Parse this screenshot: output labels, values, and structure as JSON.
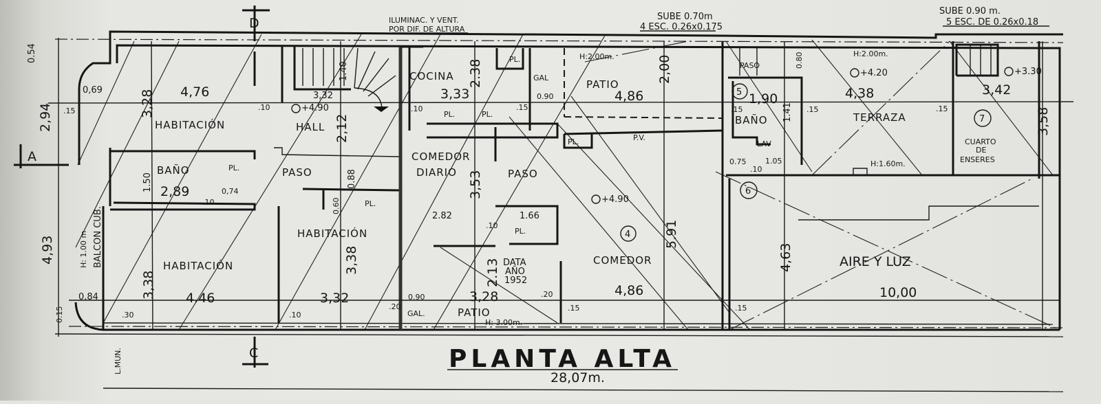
{
  "plan": {
    "title": "PLANTA ALTA",
    "total_length": "28,07m.",
    "section_marks": {
      "d": "D",
      "c": "C",
      "a": "A"
    },
    "notes": {
      "ilum_1": "ILUMINAC. Y VENT.",
      "ilum_2": "POR DIF. DE ALTURA",
      "sube1_1": "SUBE 0.70m",
      "sube1_2": "4 ESC. 0.26x0.175",
      "sube2_1": "SUBE 0.90 m.",
      "sube2_2": "5 ESC. DE 0.26x0.18",
      "data_1": "DATA",
      "data_2": "AÑO",
      "data_3": "1952",
      "l_mun": "L.MUN.",
      "balcon": "BALCON CUB.",
      "h100": "H: 1.00 m",
      "h200a": "H:2.00m.",
      "h200b": "H:2.00m.",
      "h160": "H:1.60m.",
      "h300": "H: 3.00m.",
      "pv": "P.V."
    },
    "rooms": {
      "hab1": "HABITACIÓN",
      "hall": "HALL",
      "cocina": "COCINA",
      "patio1": "PATIO",
      "paso_top": "PASO",
      "bano2": "BAÑO",
      "terraza": "TERRAZA",
      "cuarto_1": "CUARTO",
      "cuarto_2": "DE",
      "cuarto_3": "ENSERES",
      "lav": "LAV",
      "bano1": "BAÑO",
      "paso1": "PASO",
      "comedor_diario_1": "COMEDOR",
      "comedor_diario_2": "DIARIO",
      "paso2": "PASO",
      "hab2": "HABITACIÓN",
      "hab3": "HABITACIÓN",
      "comedor": "COMEDOR",
      "aire_luz": "AIRE Y LUZ",
      "gal1": "GAL",
      "gal2": "GAL.",
      "patio2": "PATIO",
      "pl": "PL."
    },
    "unit_numbers": [
      "4",
      "5",
      "6",
      "7"
    ],
    "levels": [
      "+4.90",
      "+4.20",
      "+3.30",
      "+4.90"
    ],
    "dimensions": {
      "d476": "4,76",
      "d328": "3,28",
      "d294": "2,94",
      "d054": "0.54",
      "d069": "0,69",
      "d15a": ".15",
      "d10a": ".10",
      "d332a": "3,32",
      "d140": "1.40",
      "d212": "2,12",
      "d10b": ".10",
      "d333": "3,33",
      "d238": "2.38",
      "d090a": "0.90",
      "d15b": ".15",
      "d486a": "4,86",
      "d200": "2,00",
      "d080": "0.80",
      "d190": "1,90",
      "d141": "1.41",
      "d15c": ".15",
      "d15d": ".15",
      "d438": "4,38",
      "d342": "3,42",
      "d15e": ".15",
      "d358": "3,58",
      "d075": "0.75",
      "d105": "1.05",
      "d10c": ".10",
      "d150": "1.50",
      "d289": "2,89",
      "d074": "0,74",
      "d10d": ".10",
      "d088": "0.88",
      "d353": "3,53",
      "d060": "0.60",
      "d282": "2.82",
      "d166": "1.66",
      "d10e": ".10",
      "d591": "5.91",
      "d463": "4,63",
      "d1000": "10,00",
      "d486b": "4,86",
      "d15f": ".15",
      "d15g": ".15",
      "d338a": "3,38",
      "d332b": "3,32",
      "d10f": ".10",
      "d338b": "3,38",
      "d446": "4.46",
      "d084": "0,84",
      "d30": ".30",
      "d493": "4,93",
      "d015": "0.15",
      "d213": "2.13",
      "d090b": "0.90",
      "d328b": "3,28",
      "d20": ".20",
      "d20b": ".20"
    }
  }
}
